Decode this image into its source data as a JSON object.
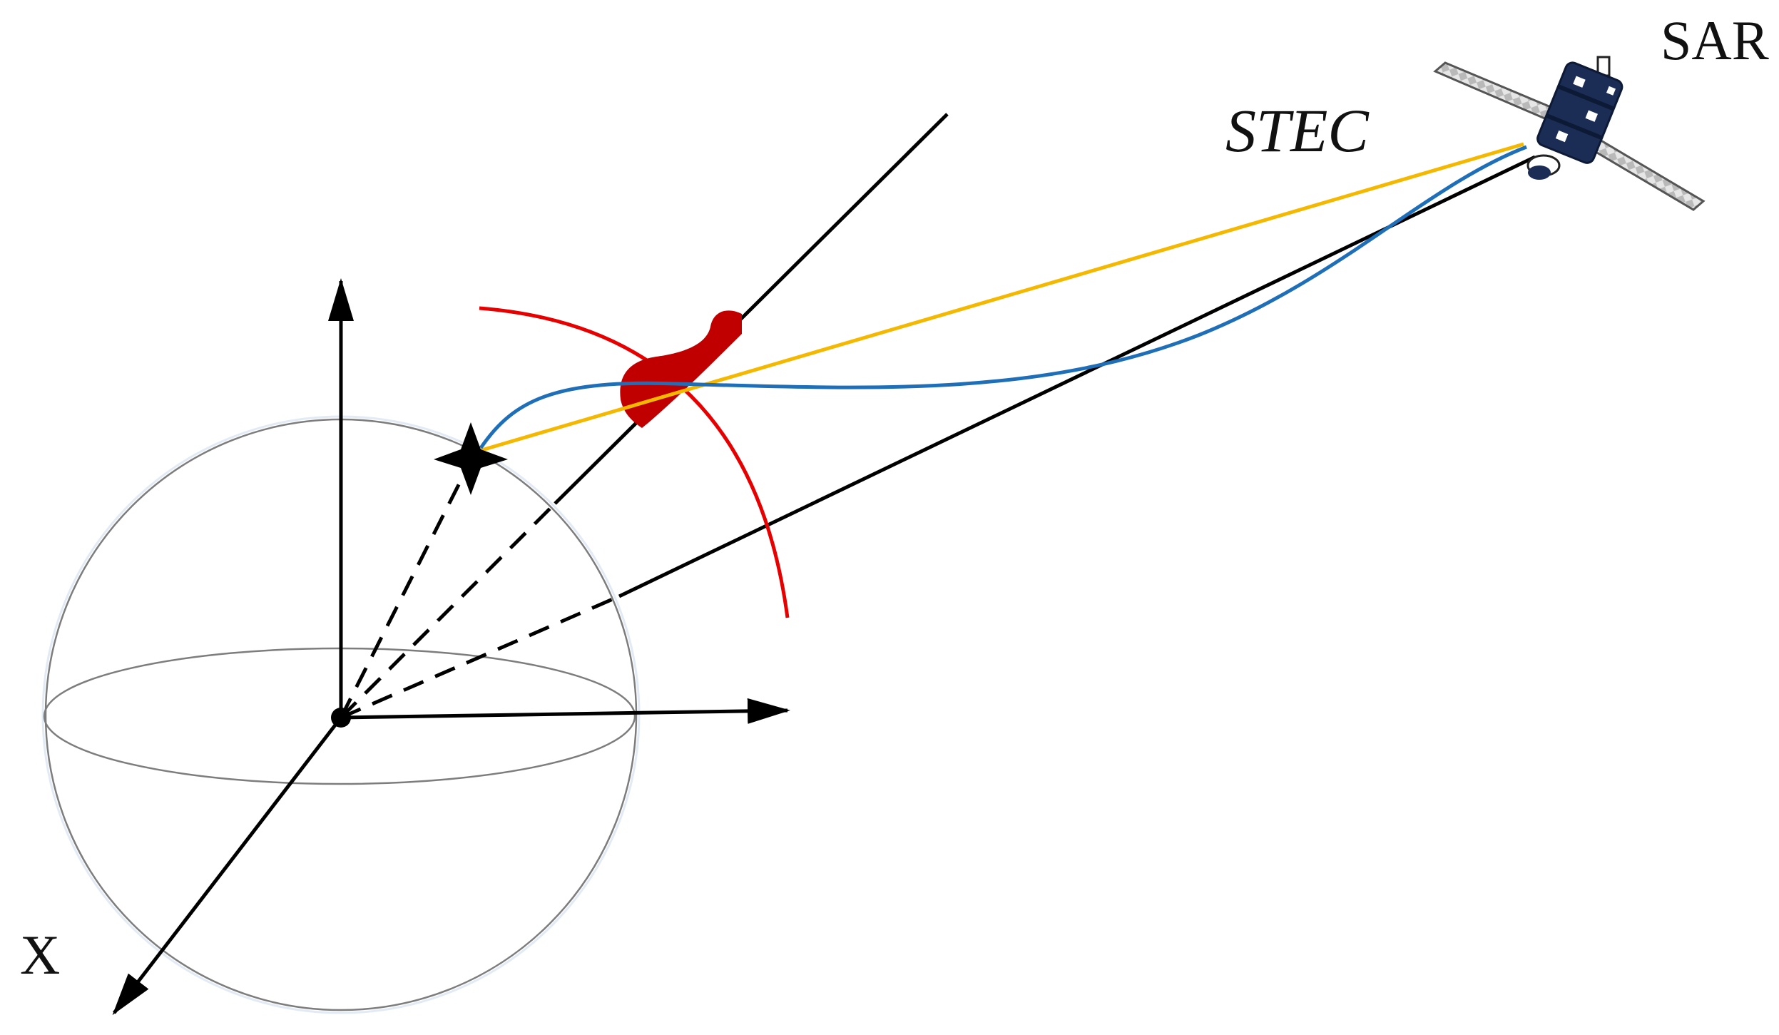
{
  "labels": {
    "sar": "SAR",
    "stec": "STEC",
    "x_axis": "X"
  },
  "icons": {
    "satellite": "satellite-icon",
    "ground_target": "four-point-star-icon"
  },
  "colors": {
    "line_of_sight": "#f5b800",
    "refracted_path": "#1f6fb8",
    "ionosphere_shell": "#e60000",
    "irregularity": "#c00000",
    "satellite_body": "#1b2d55",
    "solar_panel": "#b8b8b8",
    "earth_outline": "#7d7d7d",
    "axes": "#000000"
  }
}
